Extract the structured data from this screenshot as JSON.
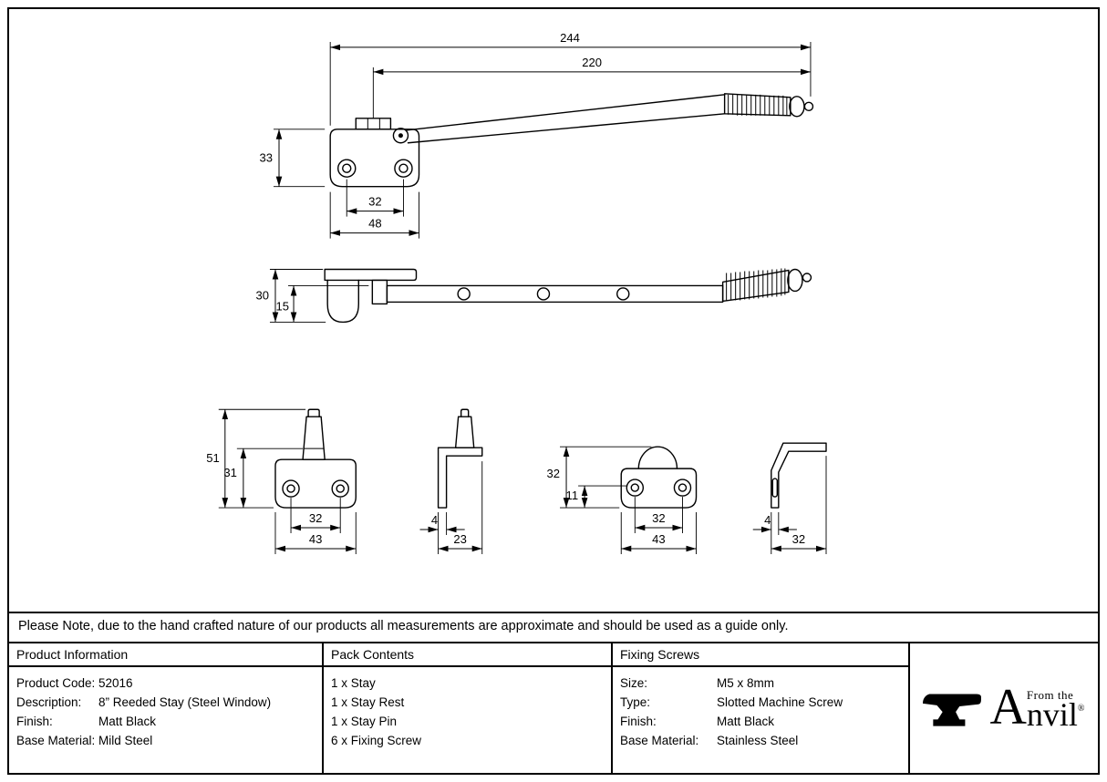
{
  "note": "Please Note, due to the hand crafted nature of our products all measurements are approximate and should be used as a guide only.",
  "product_information": {
    "title": "Product Information",
    "rows": [
      {
        "label": "Product Code:",
        "value": "52016"
      },
      {
        "label": "Description:",
        "value": "8” Reeded Stay (Steel Window)"
      },
      {
        "label": "Finish:",
        "value": "Matt Black"
      },
      {
        "label": "Base Material:",
        "value": "Mild Steel"
      }
    ]
  },
  "pack_contents": {
    "title": "Pack Contents",
    "items": [
      "1 x Stay",
      "1 x Stay Rest",
      "1 x Stay Pin",
      "6 x Fixing Screw"
    ]
  },
  "fixing_screws": {
    "title": "Fixing Screws",
    "rows": [
      {
        "label": "Size:",
        "value": "M5 x 8mm"
      },
      {
        "label": "Type:",
        "value": "Slotted Machine Screw"
      },
      {
        "label": "Finish:",
        "value": "Matt Black"
      },
      {
        "label": "Base Material:",
        "value": "Stainless Steel"
      }
    ]
  },
  "brand": {
    "from_the": "From the",
    "initial": "A",
    "name_rest": "nvil",
    "registered": "®"
  },
  "dims": {
    "overall_length": "244",
    "arm_length": "220",
    "plate_height": "33",
    "plate_hole_spacing": "32",
    "plate_width": "48",
    "side_height": "30",
    "side_inner_height": "15",
    "pin_overall_height": "51",
    "pin_height": "31",
    "pin_hole_spacing": "32",
    "pin_plate_width": "43",
    "pin_thickness": "4",
    "pin_depth": "23",
    "rest_height": "32",
    "rest_inner_height": "11",
    "rest_hole_spacing": "32",
    "rest_plate_width": "43",
    "rest_thickness": "4",
    "rest_depth": "32"
  }
}
